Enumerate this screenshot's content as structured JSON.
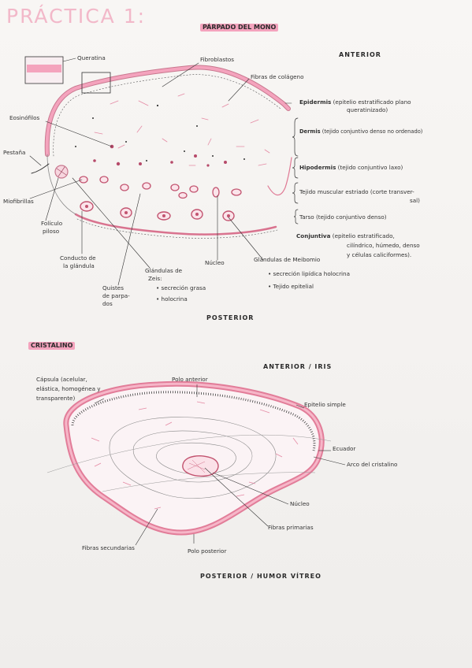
{
  "title": "PRÁCTICA 1:",
  "subtitle": "PÁRPADO DEL MONO",
  "eyelid": {
    "anterior": "ANTERIOR",
    "posterior": "POSTERIOR",
    "labels": {
      "queratina": "Queratina",
      "fibroblastos": "Fibroblastos",
      "fibras_colageno": "Fibras de colágeno",
      "eosinofilos": "Eosinófilos",
      "pestana": "Pestaña",
      "miofibrillas": "Miofibrillas",
      "foliculo_l1": "Folículo",
      "foliculo_l2": "piloso",
      "conducto_l1": "Conducto de",
      "conducto_l2": "la glándula",
      "quistes_l1": "Quistes",
      "quistes_l2": "de parpa-",
      "quistes_l3": "dos",
      "gl_zeis_l1": "Glándulas de",
      "gl_zeis_l2": "Zeis:",
      "gl_zeis_b1": "• secreción grasa",
      "gl_zeis_b2": "• holocrina",
      "nucleo": "Núcleo",
      "meibomio": "Glándulas de Meibomio",
      "meibomio_b1": "• secreción lipídica holocrina",
      "meibomio_b2": "• Tejido epitelial"
    },
    "layers": [
      {
        "name": "Epidermis",
        "desc_l1": "(epitelio estratificado plano",
        "desc_l2": "queratinizado)"
      },
      {
        "name": "Dermis",
        "desc_l1": "(tejido conjuntivo denso no ordenado)"
      },
      {
        "name": "Hipodermis",
        "desc_l1": "(tejido conjuntivo laxo)"
      },
      {
        "name": "Tejido muscular estriado",
        "desc_l1": "(corte transver-",
        "desc_l2": "sal)"
      },
      {
        "name": "Tarso",
        "desc_l1": "(tejido conjuntivo denso)"
      },
      {
        "name": "Conjuntiva",
        "desc_l1": "(epitelio estratificado,",
        "desc_l2": "cilíndrico, húmedo, denso",
        "desc_l3": "y células caliciformes)."
      }
    ]
  },
  "lens": {
    "header": "CRISTALINO",
    "anterior": "ANTERIOR / IRIS",
    "posterior": "POSTERIOR / HUMOR VÍTREO",
    "labels": {
      "capsula_l1": "Cápsula (acelular,",
      "capsula_l2": "elástica, homogénea y",
      "capsula_l3": "transparente)",
      "polo_anterior": "Polo anterior",
      "epitelio": "Epitelio simple",
      "ecuador": "Ecuador",
      "arco": "Arco del cristalino",
      "nucleo": "Núcleo",
      "fibras_primarias": "Fibras primarias",
      "fibras_secundarias": "Fibras secundarias",
      "polo_posterior": "Polo posterior"
    }
  },
  "colors": {
    "pink": "#f4a3bd",
    "pink_dark": "#d9738f",
    "ink": "#2a2a2a",
    "title_pink": "#f2b8c9"
  }
}
